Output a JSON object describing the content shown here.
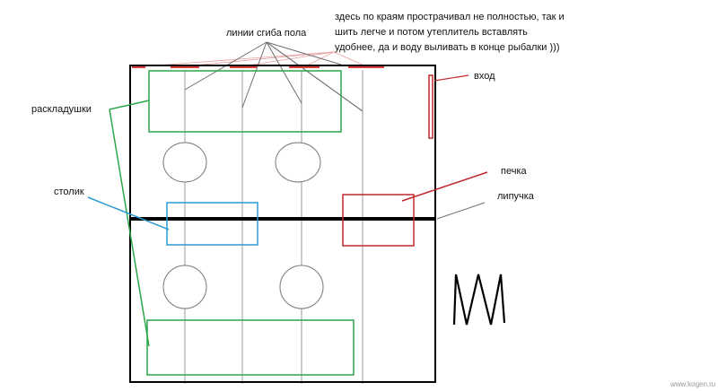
{
  "labels": {
    "fold_lines": "линии сгиба пола",
    "note_line1": "здесь по краям прострачивал не полностью, так и",
    "note_line2": "шить легче и потом утеплитель вставлять",
    "note_line3": "удобнее, да и воду выливать в конце рыбалки )))",
    "entrance": "вход",
    "cots": "раскладушки",
    "stove": "печка",
    "velcro": "липучка",
    "table": "столик"
  },
  "watermark": "www.kogen.ru",
  "colors": {
    "outline": "#000000",
    "cots": "#2aa64a",
    "table": "#2b9bd0",
    "stove": "#c0282d",
    "stitch": "#d84040",
    "fold": "#9a9a9a",
    "pointer": "#6e6e6e"
  }
}
